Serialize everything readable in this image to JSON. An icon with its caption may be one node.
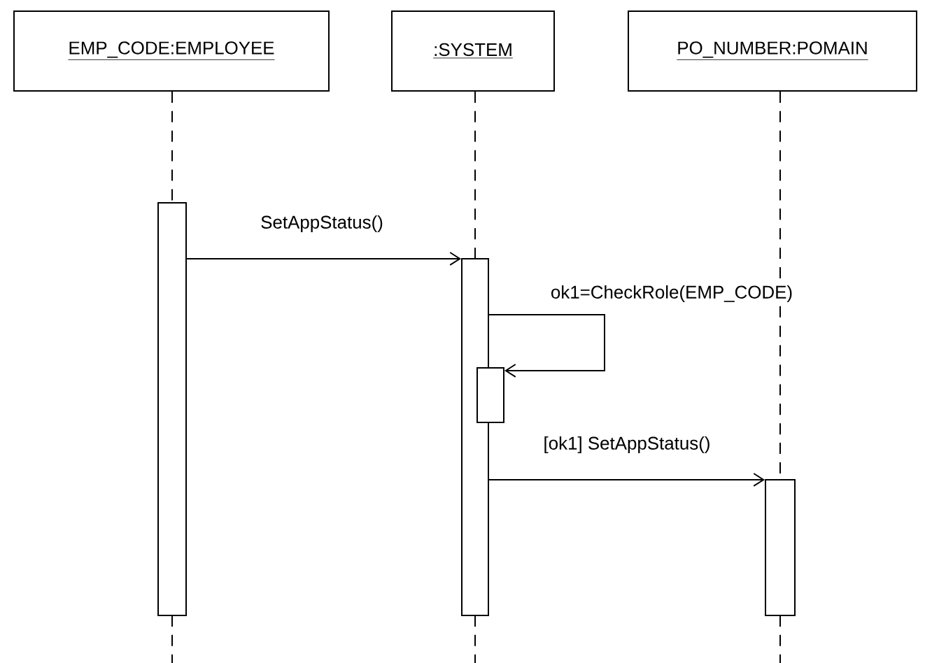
{
  "diagram": {
    "nodes": [
      {
        "text": [
          "EMP_CODE:EMPLOYEE"
        ]
      },
      {
        "text": [
          ":SYSTEM"
        ]
      },
      {
        "text": [
          "PO_NUMBER:POMAIN"
        ]
      },
      {
        "text": [],
        "shape": "bar"
      },
      {
        "text": [],
        "shape": "bar"
      },
      {
        "text": [],
        "shape": "bar"
      },
      {
        "text": [],
        "shape": "bar"
      }
    ],
    "edges": [
      {
        "from": 0,
        "to": 3,
        "arrow": "none",
        "style": "dashed"
      },
      {
        "from": 1,
        "to": 4,
        "arrow": "none",
        "style": "dashed"
      },
      {
        "from": 2,
        "to": 6,
        "arrow": "none",
        "style": "dashed"
      },
      {
        "from": 3,
        "to": 4,
        "arrow": "to",
        "label": "SetAppStatus()"
      },
      {
        "from": 4,
        "to": 5,
        "arrow": "to",
        "label": "ok1=CheckRole(EMP_CODE)"
      },
      {
        "from": 4,
        "to": 6,
        "arrow": "to",
        "label": "[ok1] SetAppStatus()"
      }
    ]
  }
}
